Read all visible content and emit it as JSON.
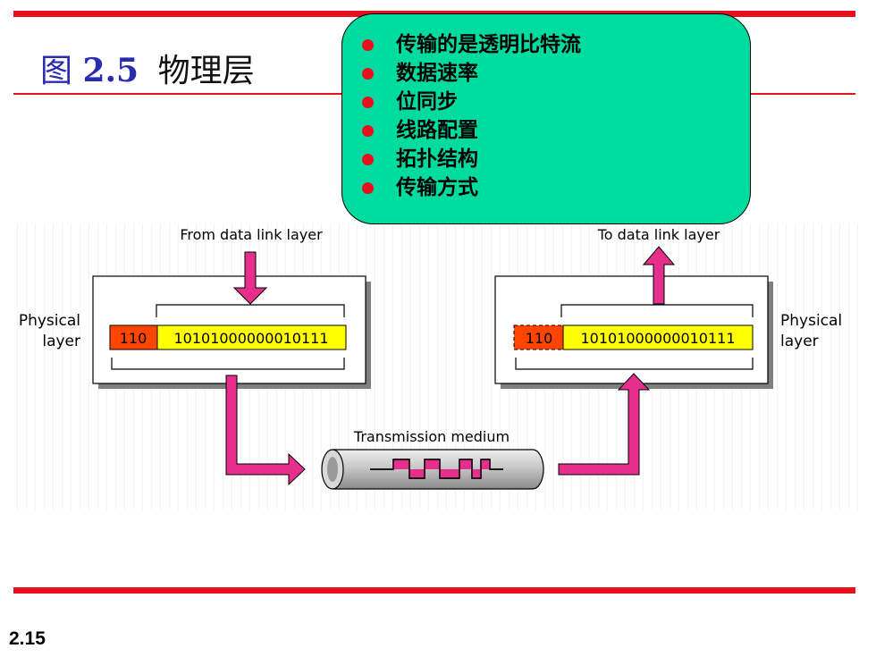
{
  "title": {
    "figure": "图",
    "number": "2.5",
    "text": "物理层"
  },
  "bullets": [
    "传输的是透明比特流",
    "数据速率",
    "位同步",
    "线路配置",
    "拓扑结构",
    "传输方式"
  ],
  "diagram": {
    "from_label": "From data link layer",
    "to_label": "To data link layer",
    "left_layer_label": [
      "Physical",
      "layer"
    ],
    "right_layer_label": [
      "Physical",
      "layer"
    ],
    "header_bits": "110",
    "data_bits": "10101000000010111",
    "medium_label": "Transmission medium"
  },
  "colors": {
    "rule": "#e8101a",
    "header": "#ff4500",
    "data": "#ffff00",
    "arrow": "#e62e8c",
    "callout": "#00dba0"
  },
  "slide_number": "2.15"
}
